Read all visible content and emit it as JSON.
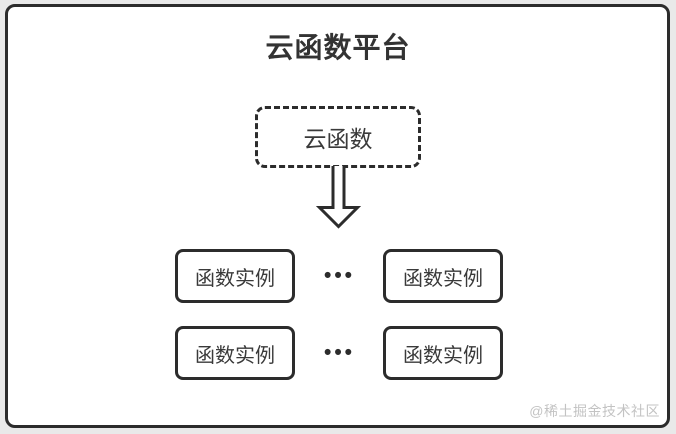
{
  "diagram": {
    "title": "云函数平台",
    "cloud_function_node": "云函数",
    "rows": [
      {
        "left_box": "函数实例",
        "dots": "•••",
        "right_box": "函数实例"
      },
      {
        "left_box": "函数实例",
        "dots": "•••",
        "right_box": "函数实例"
      }
    ],
    "watermark": "@稀土掘金技术社区"
  },
  "colors": {
    "border": "#2c2c2c",
    "title_text": "#333333",
    "node_text": "#3a3a3a",
    "watermark_text": "#c3c3c3",
    "canvas": "#ffffff",
    "page_background": "#e9e9e9"
  }
}
